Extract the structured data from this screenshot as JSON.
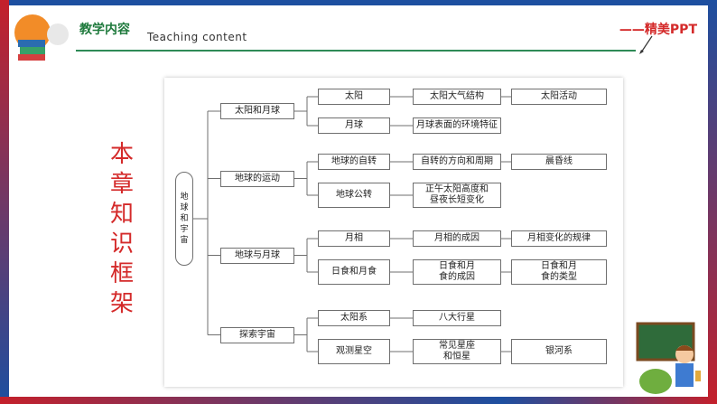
{
  "header": {
    "title": "教学内容",
    "subtitle": "Teaching  content",
    "brand": "——精美PPT"
  },
  "side_title": [
    "本",
    "章",
    "知",
    "识",
    "框",
    "架"
  ],
  "diagram": {
    "root": "地\n球\n和\n宇\n宙",
    "branches": [
      {
        "label": "太阳和月球",
        "rows": [
          [
            "太阳",
            "太阳大气结构",
            "太阳活动"
          ],
          [
            "月球",
            "月球表面的环境特征"
          ]
        ]
      },
      {
        "label": "地球的运动",
        "rows": [
          [
            "地球的自转",
            "自转的方向和周期",
            "晨昏线"
          ],
          [
            "地球公转",
            "正午太阳高度和\n昼夜长短变化"
          ]
        ]
      },
      {
        "label": "地球与月球",
        "rows": [
          [
            "月相",
            "月相的成因",
            "月相变化的规律"
          ],
          [
            "日食和月食",
            "日食和月\n食的成因",
            "日食和月\n食的类型"
          ]
        ]
      },
      {
        "label": "探索宇宙",
        "rows": [
          [
            "太阳系",
            "八大行星"
          ],
          [
            "观测星空",
            "常见星座\n和恒星",
            "银河系"
          ]
        ]
      }
    ]
  },
  "colors": {
    "accent_red": "#d42a2a",
    "accent_green": "#1f7a3d",
    "frame_blue": "#1d4fa0"
  }
}
